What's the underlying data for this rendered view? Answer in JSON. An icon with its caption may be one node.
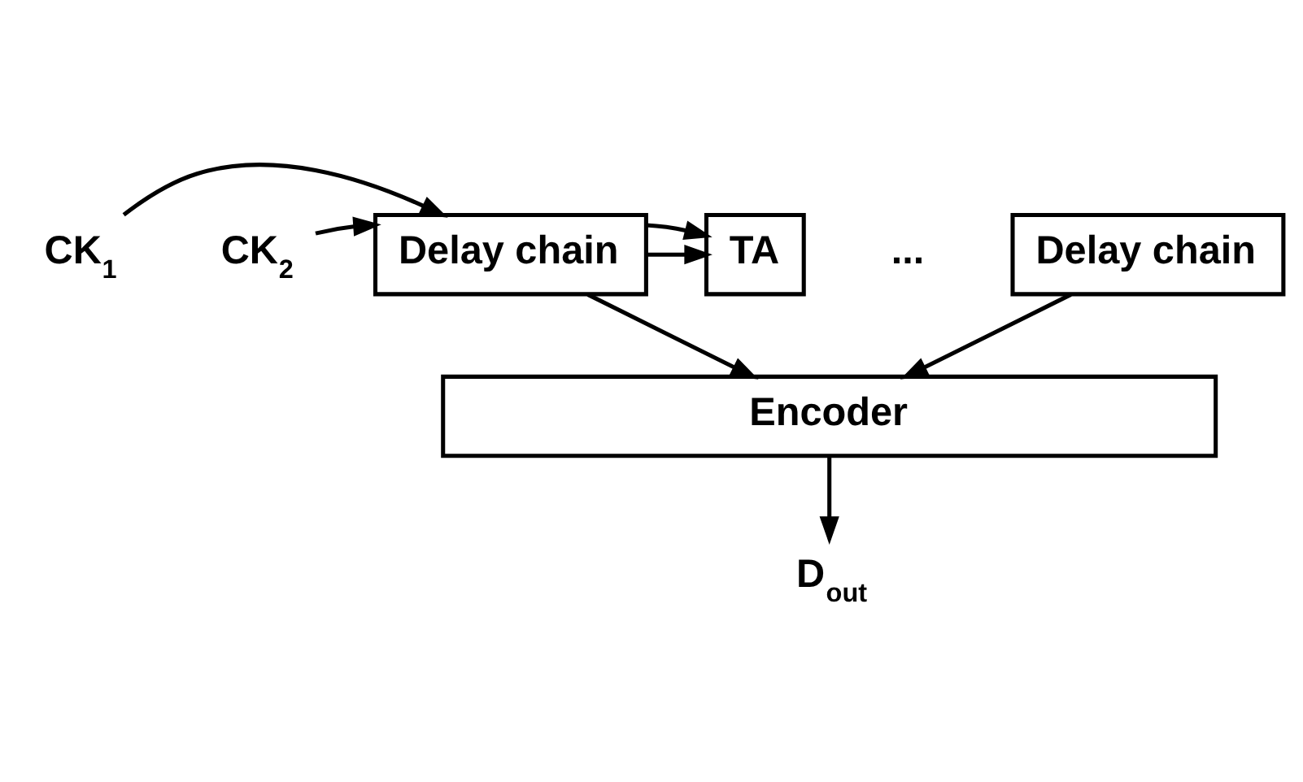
{
  "diagram": {
    "nodes": [
      {
        "text": [
          "CK$_{1}$"
        ]
      },
      {
        "text": [
          "CK$_{2}$"
        ]
      },
      {
        "text": [
          "Delay chain"
        ]
      },
      {
        "text": [
          "TA"
        ]
      },
      {
        "text": [
          "Delay chain"
        ]
      },
      {
        "text": [
          "Encoder"
        ]
      },
      {
        "text": [
          "D$_{out}$"
        ]
      }
    ],
    "edges": [
      {
        "from": 0,
        "to": 2,
        "arrow": "to"
      },
      {
        "from": 1,
        "to": 2,
        "arrow": "to"
      },
      {
        "from": 2,
        "to": 3,
        "arrow": "to"
      },
      {
        "from": 2,
        "to": 3,
        "arrow": "to"
      },
      {
        "from": 2,
        "to": 5,
        "arrow": "to"
      },
      {
        "from": 4,
        "to": 5,
        "arrow": "to"
      },
      {
        "from": 5,
        "to": 6,
        "arrow": "to"
      }
    ],
    "labels": [
      "..."
    ]
  }
}
